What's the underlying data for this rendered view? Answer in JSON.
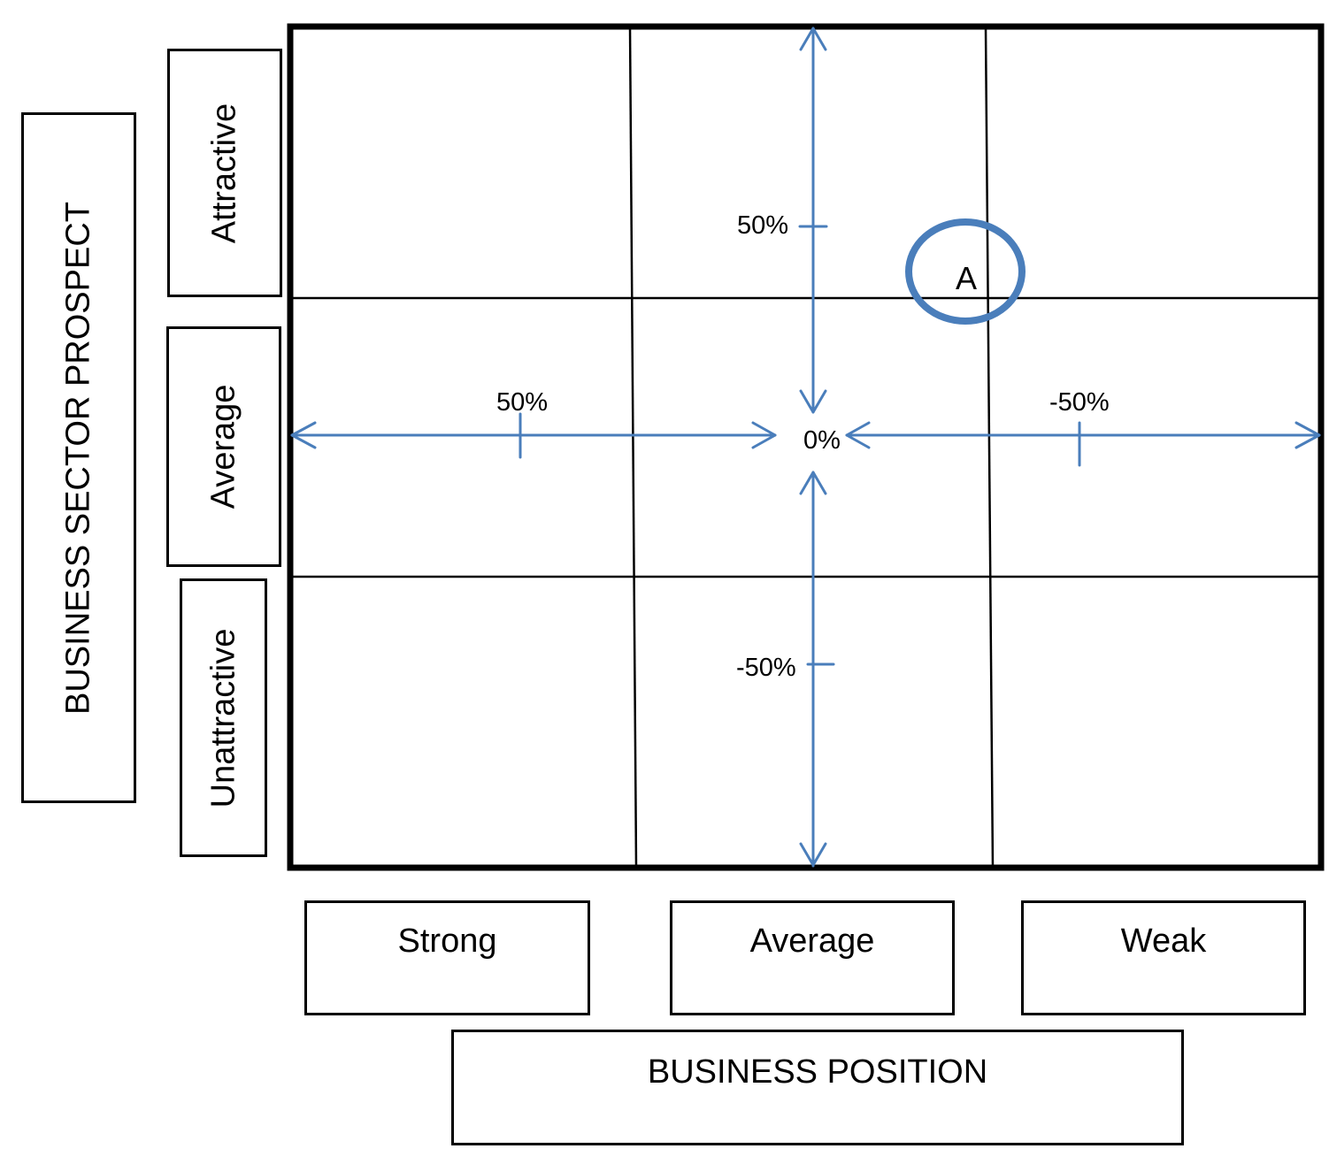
{
  "y_axis": {
    "title": "BUSINESS SECTOR PROSPECT",
    "levels": [
      "Attractive",
      "Average",
      "Unattractive"
    ]
  },
  "x_axis": {
    "title": "BUSINESS POSITION",
    "levels": [
      "Strong",
      "Average",
      "Weak"
    ]
  },
  "axis_labels": {
    "center": "0%",
    "top_tick": "50%",
    "bottom_tick": "-50%",
    "left_tick": "50%",
    "right_tick": "-50%"
  },
  "point": {
    "label": "A"
  },
  "colors": {
    "arrow": "#4a7ebb",
    "grid": "#000000"
  }
}
